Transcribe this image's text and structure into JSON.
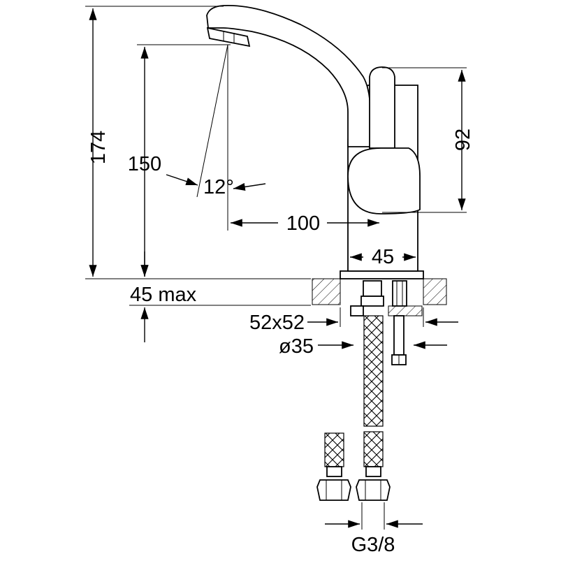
{
  "dimensions": {
    "total_height": "174",
    "spout_height": "150",
    "spout_angle": "12°",
    "spout_reach": "100",
    "handle_height": "92",
    "body_diameter": "45",
    "max_deck_thickness": "45 max",
    "base_plate": "52x52",
    "hole_diameter": "ø35",
    "connection_thread": "G3/8"
  }
}
